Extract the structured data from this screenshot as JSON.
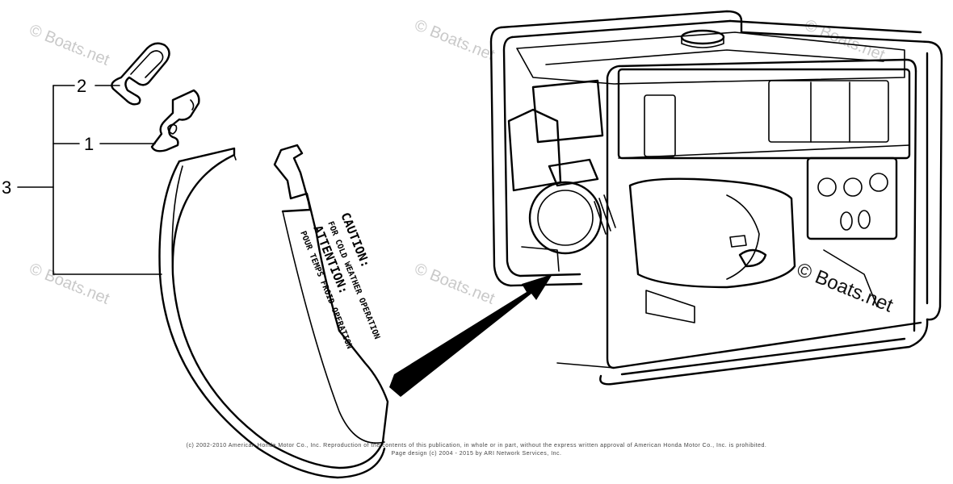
{
  "callouts": [
    {
      "number": "1"
    },
    {
      "number": "2"
    },
    {
      "number": "3"
    }
  ],
  "band_label": {
    "line1": "CAUTION:",
    "line2": "FOR COLD WEATHER OPERATION",
    "line3": "ATTENTION:",
    "line4": "POUR TEMPS FROID OPERATION"
  },
  "watermarks": {
    "faint": "© Boats.net",
    "strong": "© Boats.net"
  },
  "copyright": {
    "line1": "(c) 2002-2010 American Honda Motor Co., Inc. Reproduction of the contents of this publication, in whole or in part, without the express written approval of American Honda Motor Co., Inc. is prohibited.",
    "line2": "Page design (c) 2004 - 2015 by ARI Network Services, Inc."
  }
}
